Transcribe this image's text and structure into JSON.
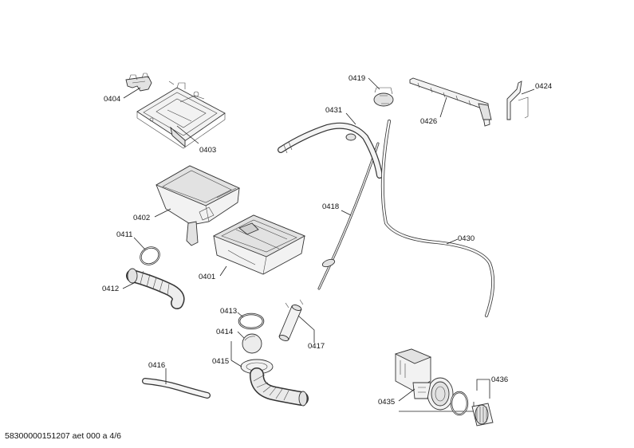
{
  "labels": {
    "p0401": "0401",
    "p0402": "0402",
    "p0403": "0403",
    "p0404": "0404",
    "p0411": "0411",
    "p0412": "0412",
    "p0413": "0413",
    "p0414": "0414",
    "p0415": "0415",
    "p0416": "0416",
    "p0417": "0417",
    "p0418": "0418",
    "p0419": "0419",
    "p0424": "0424",
    "p0426": "0426",
    "p0430": "0430",
    "p0431": "0431",
    "p0435": "0435",
    "p0436": "0436"
  },
  "footer": "58300000151207 aet 000 a 4/6"
}
